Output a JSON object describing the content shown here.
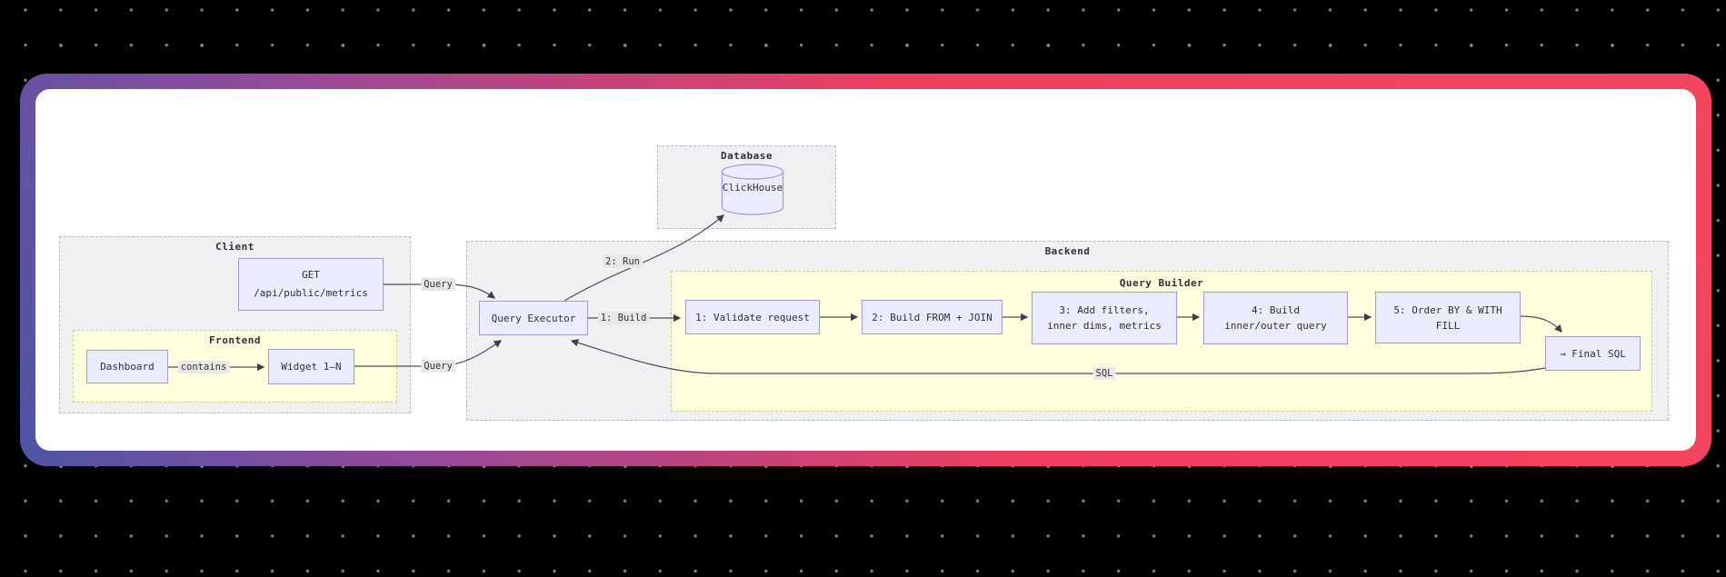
{
  "canvas": {
    "background": "#000000",
    "dot_color": "#82828c",
    "bright_dot_color": "#b9b9c4"
  },
  "card": {
    "gradient_colors": [
      "#4d55a4",
      "#8f4a9d",
      "#ee3f5f"
    ],
    "background": "#ffffff"
  },
  "diagram": {
    "clusters": {
      "database": {
        "title": "Database"
      },
      "client": {
        "title": "Client"
      },
      "frontend": {
        "title": "Frontend"
      },
      "backend": {
        "title": "Backend"
      },
      "query_builder": {
        "title": "Query Builder"
      }
    },
    "nodes": {
      "get": {
        "text": "GET\n/api/public/metrics"
      },
      "dashboard": {
        "text": "Dashboard"
      },
      "widget": {
        "text": "Widget 1–N"
      },
      "clickhouse": {
        "text": "ClickHouse"
      },
      "query_executor": {
        "text": "Query Executor"
      },
      "b1": {
        "text": "1: Validate request"
      },
      "b2": {
        "text": "2: Build FROM + JOIN"
      },
      "b3": {
        "text": "3: Add filters,\ninner dims, metrics"
      },
      "b4": {
        "text": "4: Build\ninner/outer query"
      },
      "b5": {
        "text": "5: Order BY & WITH\nFILL"
      },
      "final_sql": {
        "text": "→ Final SQL"
      }
    },
    "edge_labels": {
      "query_top": "Query",
      "query_bottom": "Query",
      "contains": "contains",
      "build": "1: Build",
      "run": "2: Run",
      "sql": "SQL"
    },
    "colors": {
      "node_fill": "#ececff",
      "node_border": "#a297d9",
      "cluster_gray_fill": "#f0f0f3",
      "cluster_yellow_fill": "#ffffde",
      "edge_stroke": "#4d4d58",
      "edge_label_bg": "#e8e8e8"
    }
  }
}
